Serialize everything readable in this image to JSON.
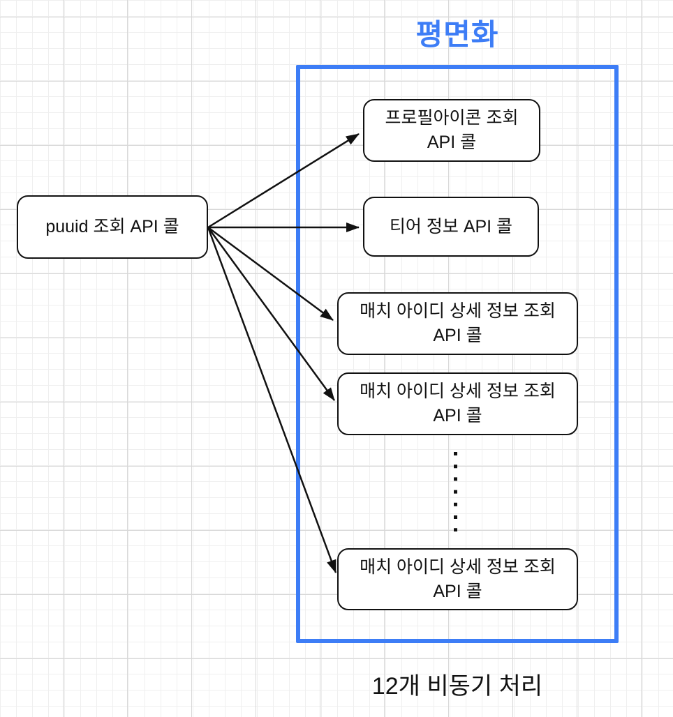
{
  "colors": {
    "accent": "#3d7df6",
    "stroke": "#111111",
    "grid-minor": "#efefef",
    "grid-major": "#d7d7d7",
    "canvas-bg": "#ffffff"
  },
  "diagram": {
    "source_node": {
      "label": "puuid 조회 API 콜"
    },
    "group": {
      "title": "평면화",
      "nodes": [
        {
          "label": "프로필아이콘 조회\nAPI 콜"
        },
        {
          "label": "티어 정보 API 콜"
        },
        {
          "label": "매치 아이디 상세 정보 조회\nAPI 콜"
        },
        {
          "label": "매치 아이디 상세 정보 조회\nAPI 콜"
        },
        {
          "label": "매치 아이디 상세 정보 조회\nAPI 콜"
        }
      ]
    },
    "caption": "12개 비동기 처리"
  }
}
